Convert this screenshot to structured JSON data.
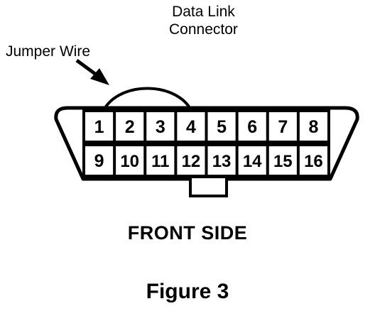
{
  "diagram": {
    "connector_label": [
      "Data Link",
      "Connector"
    ],
    "jumper_label": "Jumper Wire",
    "top_row_pins": [
      "1",
      "2",
      "3",
      "4",
      "5",
      "6",
      "7",
      "8"
    ],
    "bottom_row_pins": [
      "9",
      "10",
      "11",
      "12",
      "13",
      "14",
      "15",
      "16"
    ],
    "jumper_between_pins": [
      "1",
      "4"
    ],
    "view_label": "FRONT SIDE",
    "caption": "Figure 3"
  },
  "colors": {
    "ink": "#000000",
    "background": "#ffffff"
  }
}
